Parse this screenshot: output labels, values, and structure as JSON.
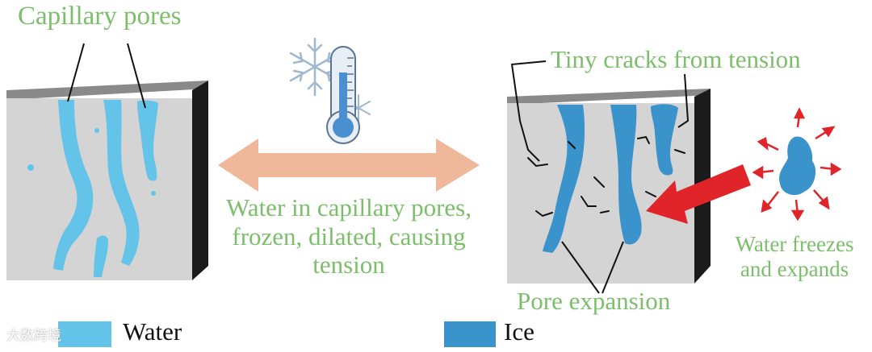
{
  "labels": {
    "capillary_pores": "Capillary pores",
    "tiny_cracks": "Tiny cracks from tension",
    "water_in_capillary": "Water in capillary pores, frozen, dilated, causing tension",
    "water_freezes": "Water freezes and expands",
    "pore_expansion": "Pore expansion"
  },
  "legend": {
    "water": "Water",
    "ice": "Ice"
  },
  "watermark": "大数跨境",
  "colors": {
    "label_green": "#7cbf6a",
    "water": "#63c3e8",
    "ice": "#3b93cc",
    "arrow_peach": "#f0b89a",
    "arrow_red": "#e0242a",
    "block_face": "#d4d4d4",
    "block_top": "#8a8a8a",
    "block_side": "#1b1b1b"
  },
  "icons": {
    "thermometer": "snowflake-thermometer-icon",
    "double_arrow": "double-headed-arrow",
    "red_arrow": "red-arrow"
  }
}
